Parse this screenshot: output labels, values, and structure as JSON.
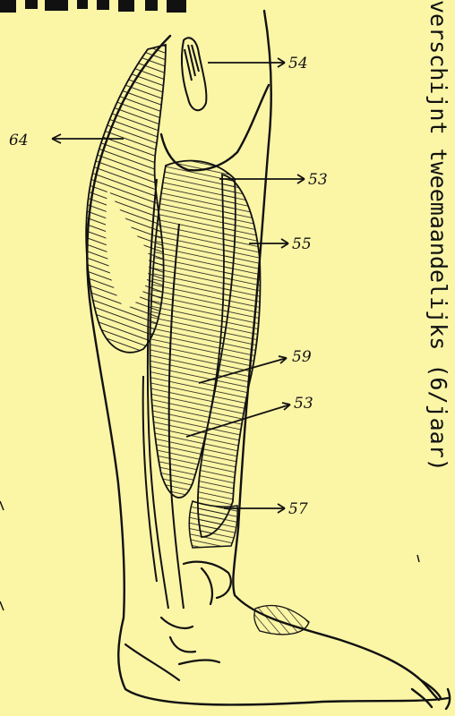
{
  "side_text": "verschijnt tweemaandelijks (6/jaar)",
  "labels": {
    "l64": "64",
    "l54": "54",
    "l53a": "53",
    "l55": "55",
    "l59": "59",
    "l53b": "53",
    "l57": "57"
  },
  "colors": {
    "background": "#fbf5a6",
    "ink": "#111111"
  }
}
